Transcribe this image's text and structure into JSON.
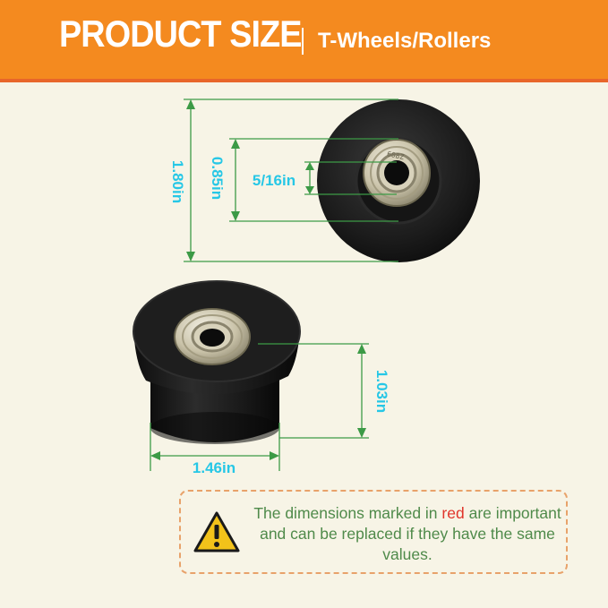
{
  "header": {
    "title": "PRODUCT SIZE",
    "subtitle": "T-Wheels/Rollers"
  },
  "dimensions": {
    "outer_diameter": "1.80in",
    "hub_diameter": "0.85in",
    "bore": "5/16in",
    "height": "1.03in",
    "width": "1.46in"
  },
  "bearing_marking": "608Z",
  "notice": {
    "text_before": "The dimensions marked in ",
    "text_red": "red",
    "text_after": " are important and can be replaced if they have the same values."
  },
  "colors": {
    "header_bg": "#f48a1f",
    "dimension_label": "#26c7e6",
    "dimension_line": "#3c9a46",
    "notice_text": "#4f8a4a",
    "notice_red": "#e0352b",
    "warning_icon": "#f2c21a"
  }
}
